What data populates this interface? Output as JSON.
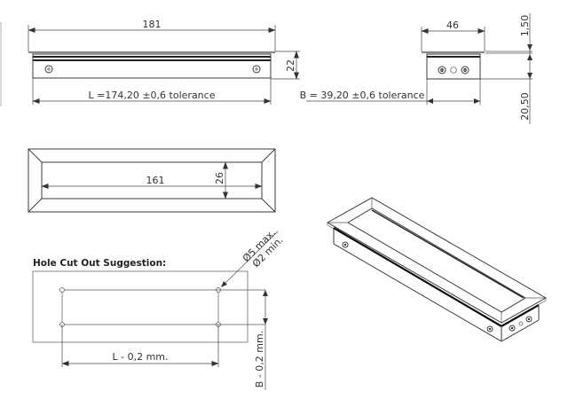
{
  "front_view": {
    "overall_length": "181",
    "height": "22",
    "length_label": "L =174,20 ±0,6 tolerance"
  },
  "side_view": {
    "overall_width": "46",
    "flange_thickness": "1,50",
    "depth": "20,50",
    "width_label": "B = 39,20 ±0,6 tolerance"
  },
  "top_view": {
    "inner_length": "161",
    "inner_width": "26"
  },
  "cutout": {
    "title": "Hole Cut Out Suggestion:",
    "hole_max": "Ø5 max.",
    "hole_min": "Ø2 min.",
    "length_label": "L - 0,2 mm.",
    "width_label": "B - 0,2 mm."
  },
  "isometric_view": {
    "icons": [
      "screw-icon",
      "screw-icon",
      "hole-icon",
      "screw-icon"
    ]
  },
  "colors": {
    "line": "#3a3a3a",
    "background": "#ffffff",
    "flange": "#8a8a8a"
  }
}
